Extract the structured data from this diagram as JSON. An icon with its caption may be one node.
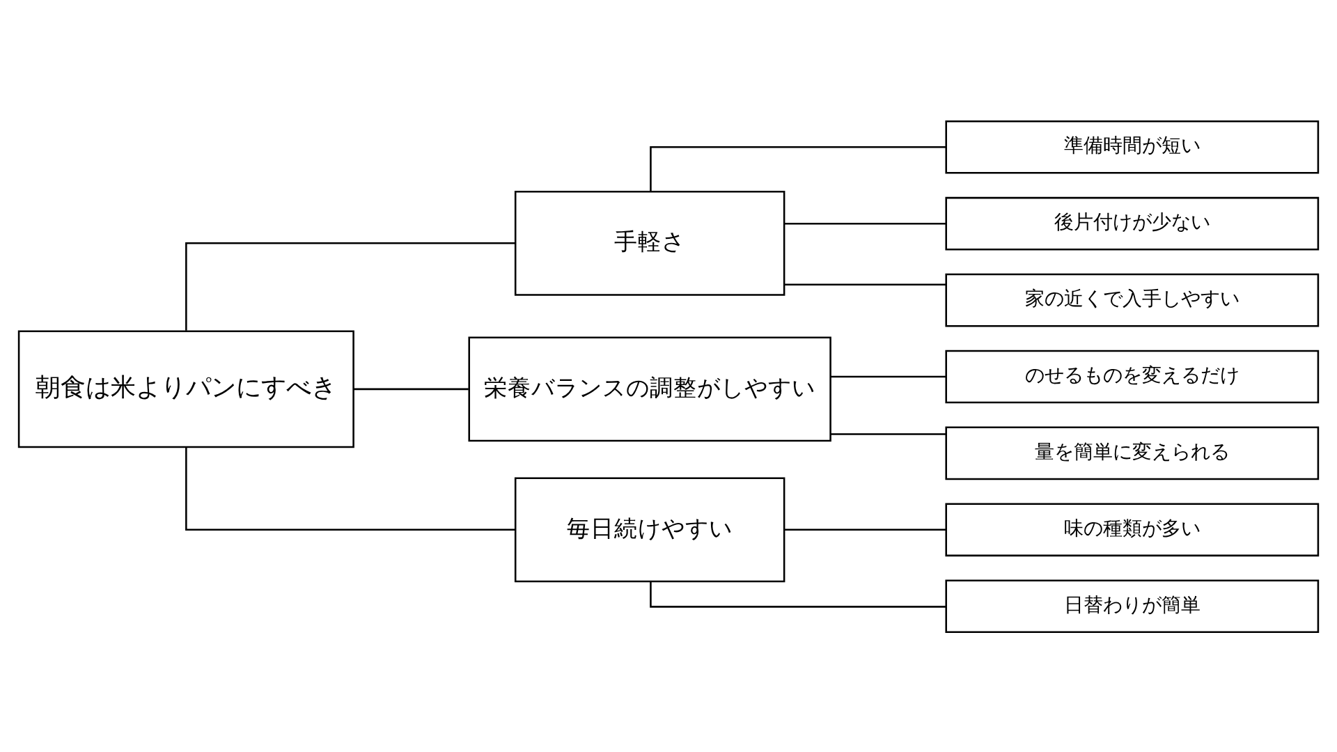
{
  "diagram": {
    "nodes": [
      {
        "text": [
          "朝食は米よりパンにすべき"
        ]
      },
      {
        "text": [
          "手軽さ"
        ]
      },
      {
        "text": [
          "栄養バランスの調整がしやすい"
        ]
      },
      {
        "text": [
          "毎日続けやすい"
        ]
      },
      {
        "text": [
          "準備時間が短い"
        ]
      },
      {
        "text": [
          "後片付けが少ない"
        ]
      },
      {
        "text": [
          "家の近くで入手しやすい"
        ]
      },
      {
        "text": [
          "のせるものを変えるだけ"
        ]
      },
      {
        "text": [
          "量を簡単に変えられる"
        ]
      },
      {
        "text": [
          "味の種類が多い"
        ]
      },
      {
        "text": [
          "日替わりが簡単"
        ]
      }
    ],
    "edges": [
      {
        "from": 0,
        "to": 1,
        "arrow": "none"
      },
      {
        "from": 0,
        "to": 2,
        "arrow": "none"
      },
      {
        "from": 0,
        "to": 3,
        "arrow": "none"
      },
      {
        "from": 1,
        "to": 4,
        "arrow": "none"
      },
      {
        "from": 1,
        "to": 5,
        "arrow": "none"
      },
      {
        "from": 1,
        "to": 6,
        "arrow": "none"
      },
      {
        "from": 2,
        "to": 7,
        "arrow": "none"
      },
      {
        "from": 2,
        "to": 8,
        "arrow": "none"
      },
      {
        "from": 3,
        "to": 9,
        "arrow": "none"
      },
      {
        "from": 3,
        "to": 10,
        "arrow": "none"
      }
    ]
  }
}
